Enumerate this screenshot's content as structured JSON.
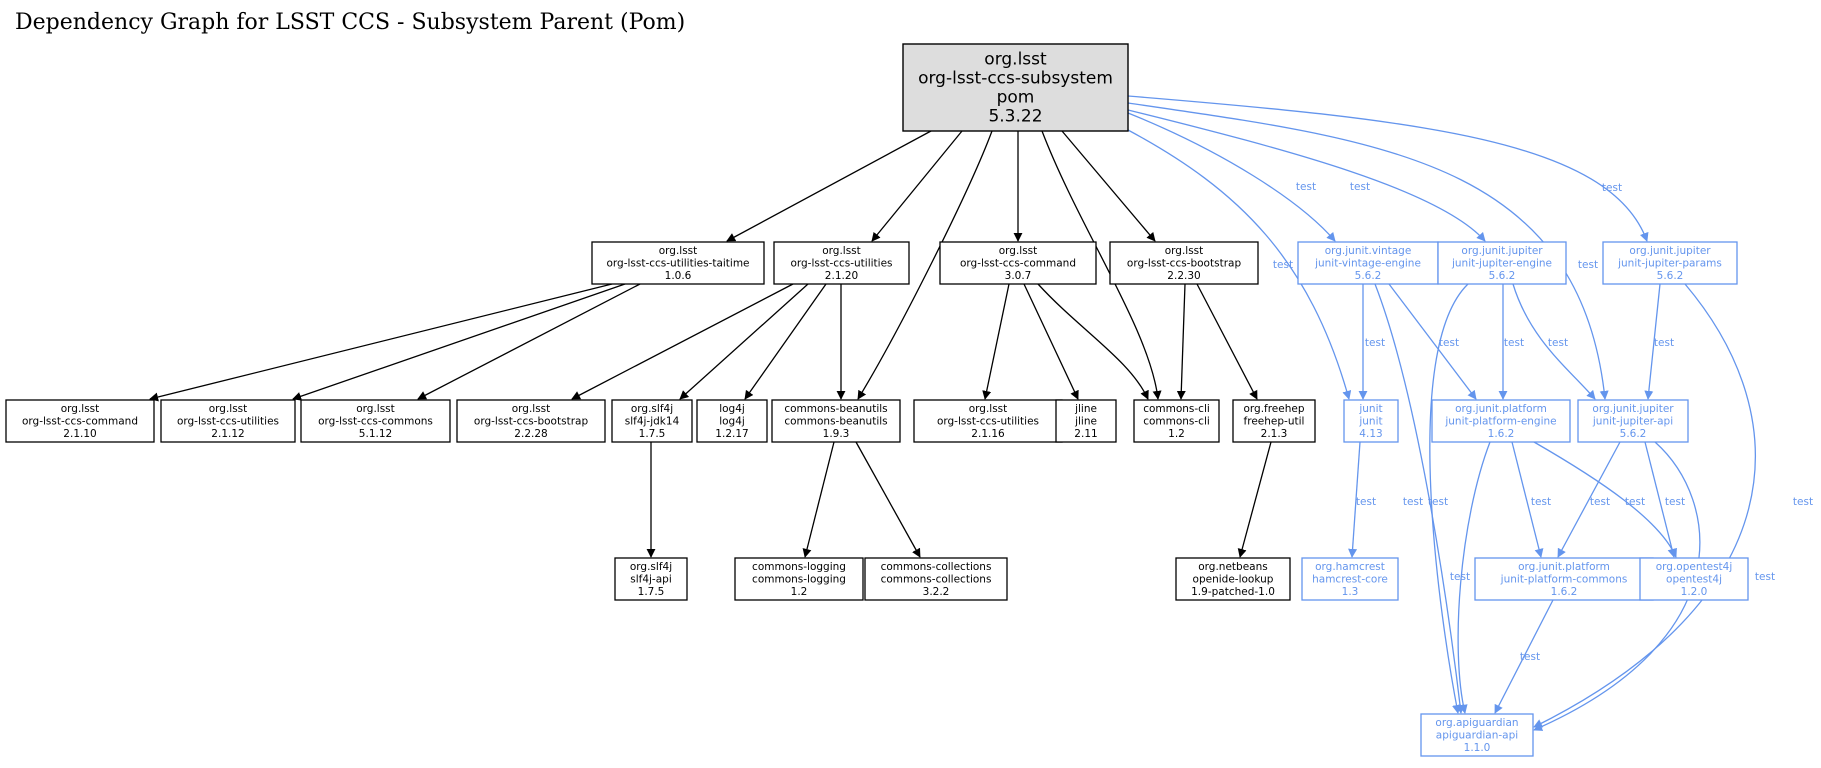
{
  "title": "Dependency Graph for LSST CCS - Subsystem Parent (Pom)",
  "colors": {
    "compile": "#000000",
    "test": "#6495ed",
    "root_fill": "#dddddd"
  },
  "nodes": [
    {
      "id": "root",
      "lines": [
        "org.lsst",
        "org-lsst-ccs-subsystem",
        "pom",
        "5.3.22"
      ],
      "scope": "root"
    },
    {
      "id": "taitime",
      "lines": [
        "org.lsst",
        "org-lsst-ccs-utilities-taitime",
        "1.0.6"
      ],
      "scope": "compile"
    },
    {
      "id": "util2120",
      "lines": [
        "org.lsst",
        "org-lsst-ccs-utilities",
        "2.1.20"
      ],
      "scope": "compile"
    },
    {
      "id": "cmd307",
      "lines": [
        "org.lsst",
        "org-lsst-ccs-command",
        "3.0.7"
      ],
      "scope": "compile"
    },
    {
      "id": "boot2230",
      "lines": [
        "org.lsst",
        "org-lsst-ccs-bootstrap",
        "2.2.30"
      ],
      "scope": "compile"
    },
    {
      "id": "vintage",
      "lines": [
        "org.junit.vintage",
        "junit-vintage-engine",
        "5.6.2"
      ],
      "scope": "test"
    },
    {
      "id": "jupeng",
      "lines": [
        "org.junit.jupiter",
        "junit-jupiter-engine",
        "5.6.2"
      ],
      "scope": "test"
    },
    {
      "id": "juparams",
      "lines": [
        "org.junit.jupiter",
        "junit-jupiter-params",
        "5.6.2"
      ],
      "scope": "test"
    },
    {
      "id": "cmd2110",
      "lines": [
        "org.lsst",
        "org-lsst-ccs-command",
        "2.1.10"
      ],
      "scope": "compile"
    },
    {
      "id": "util2112",
      "lines": [
        "org.lsst",
        "org-lsst-ccs-utilities",
        "2.1.12"
      ],
      "scope": "compile"
    },
    {
      "id": "commons5112",
      "lines": [
        "org.lsst",
        "org-lsst-ccs-commons",
        "5.1.12"
      ],
      "scope": "compile"
    },
    {
      "id": "boot2228",
      "lines": [
        "org.lsst",
        "org-lsst-ccs-bootstrap",
        "2.2.28"
      ],
      "scope": "compile"
    },
    {
      "id": "slf4jjdk",
      "lines": [
        "org.slf4j",
        "slf4j-jdk14",
        "1.7.5"
      ],
      "scope": "compile"
    },
    {
      "id": "log4j",
      "lines": [
        "log4j",
        "log4j",
        "1.2.17"
      ],
      "scope": "compile"
    },
    {
      "id": "beanutils",
      "lines": [
        "commons-beanutils",
        "commons-beanutils",
        "1.9.3"
      ],
      "scope": "compile"
    },
    {
      "id": "util2116",
      "lines": [
        "org.lsst",
        "org-lsst-ccs-utilities",
        "2.1.16"
      ],
      "scope": "compile"
    },
    {
      "id": "jline",
      "lines": [
        "jline",
        "jline",
        "2.11"
      ],
      "scope": "compile"
    },
    {
      "id": "cli",
      "lines": [
        "commons-cli",
        "commons-cli",
        "1.2"
      ],
      "scope": "compile"
    },
    {
      "id": "freehep",
      "lines": [
        "org.freehep",
        "freehep-util",
        "2.1.3"
      ],
      "scope": "compile"
    },
    {
      "id": "junit",
      "lines": [
        "junit",
        "junit",
        "4.13"
      ],
      "scope": "test"
    },
    {
      "id": "plateng",
      "lines": [
        "org.junit.platform",
        "junit-platform-engine",
        "1.6.2"
      ],
      "scope": "test"
    },
    {
      "id": "jupapi",
      "lines": [
        "org.junit.jupiter",
        "junit-jupiter-api",
        "5.6.2"
      ],
      "scope": "test"
    },
    {
      "id": "slf4japi",
      "lines": [
        "org.slf4j",
        "slf4j-api",
        "1.7.5"
      ],
      "scope": "compile"
    },
    {
      "id": "logging",
      "lines": [
        "commons-logging",
        "commons-logging",
        "1.2"
      ],
      "scope": "compile"
    },
    {
      "id": "collections",
      "lines": [
        "commons-collections",
        "commons-collections",
        "3.2.2"
      ],
      "scope": "compile"
    },
    {
      "id": "openide",
      "lines": [
        "org.netbeans",
        "openide-lookup",
        "1.9-patched-1.0"
      ],
      "scope": "compile"
    },
    {
      "id": "hamcrest",
      "lines": [
        "org.hamcrest",
        "hamcrest-core",
        "1.3"
      ],
      "scope": "test"
    },
    {
      "id": "platcommons",
      "lines": [
        "org.junit.platform",
        "junit-platform-commons",
        "1.6.2"
      ],
      "scope": "test"
    },
    {
      "id": "opentest",
      "lines": [
        "org.opentest4j",
        "opentest4j",
        "1.2.0"
      ],
      "scope": "test"
    },
    {
      "id": "apiguardian",
      "lines": [
        "org.apiguardian",
        "apiguardian-api",
        "1.1.0"
      ],
      "scope": "test"
    }
  ],
  "edges": [
    {
      "from": "root",
      "to": "taitime",
      "scope": "compile",
      "label": ""
    },
    {
      "from": "root",
      "to": "util2120",
      "scope": "compile",
      "label": ""
    },
    {
      "from": "root",
      "to": "beanutils",
      "scope": "compile",
      "label": ""
    },
    {
      "from": "root",
      "to": "cmd307",
      "scope": "compile",
      "label": ""
    },
    {
      "from": "root",
      "to": "cli",
      "scope": "compile",
      "label": ""
    },
    {
      "from": "root",
      "to": "boot2230",
      "scope": "compile",
      "label": ""
    },
    {
      "from": "root",
      "to": "junit",
      "scope": "test",
      "label": "test"
    },
    {
      "from": "root",
      "to": "vintage",
      "scope": "test",
      "label": "test"
    },
    {
      "from": "root",
      "to": "jupeng",
      "scope": "test",
      "label": "test"
    },
    {
      "from": "root",
      "to": "jupapi",
      "scope": "test",
      "label": "test"
    },
    {
      "from": "root",
      "to": "juparams",
      "scope": "test",
      "label": "test"
    },
    {
      "from": "taitime",
      "to": "cmd2110",
      "scope": "compile",
      "label": ""
    },
    {
      "from": "taitime",
      "to": "util2112",
      "scope": "compile",
      "label": ""
    },
    {
      "from": "taitime",
      "to": "commons5112",
      "scope": "compile",
      "label": ""
    },
    {
      "from": "util2120",
      "to": "boot2228",
      "scope": "compile",
      "label": ""
    },
    {
      "from": "util2120",
      "to": "slf4jjdk",
      "scope": "compile",
      "label": ""
    },
    {
      "from": "util2120",
      "to": "log4j",
      "scope": "compile",
      "label": ""
    },
    {
      "from": "util2120",
      "to": "beanutils",
      "scope": "compile",
      "label": ""
    },
    {
      "from": "cmd307",
      "to": "util2116",
      "scope": "compile",
      "label": ""
    },
    {
      "from": "cmd307",
      "to": "jline",
      "scope": "compile",
      "label": ""
    },
    {
      "from": "cmd307",
      "to": "cli",
      "scope": "compile",
      "label": ""
    },
    {
      "from": "boot2230",
      "to": "cli",
      "scope": "compile",
      "label": ""
    },
    {
      "from": "boot2230",
      "to": "freehep",
      "scope": "compile",
      "label": ""
    },
    {
      "from": "slf4jjdk",
      "to": "slf4japi",
      "scope": "compile",
      "label": ""
    },
    {
      "from": "beanutils",
      "to": "logging",
      "scope": "compile",
      "label": ""
    },
    {
      "from": "beanutils",
      "to": "collections",
      "scope": "compile",
      "label": ""
    },
    {
      "from": "freehep",
      "to": "openide",
      "scope": "compile",
      "label": ""
    },
    {
      "from": "vintage",
      "to": "junit",
      "scope": "test",
      "label": "test"
    },
    {
      "from": "vintage",
      "to": "plateng",
      "scope": "test",
      "label": "test"
    },
    {
      "from": "vintage",
      "to": "apiguardian",
      "scope": "test",
      "label": "test"
    },
    {
      "from": "jupeng",
      "to": "plateng",
      "scope": "test",
      "label": "test"
    },
    {
      "from": "jupeng",
      "to": "jupapi",
      "scope": "test",
      "label": "test"
    },
    {
      "from": "jupeng",
      "to": "apiguardian",
      "scope": "test",
      "label": "test"
    },
    {
      "from": "juparams",
      "to": "jupapi",
      "scope": "test",
      "label": "test"
    },
    {
      "from": "juparams",
      "to": "apiguardian",
      "scope": "test",
      "label": "test"
    },
    {
      "from": "junit",
      "to": "hamcrest",
      "scope": "test",
      "label": "test"
    },
    {
      "from": "plateng",
      "to": "platcommons",
      "scope": "test",
      "label": "test"
    },
    {
      "from": "plateng",
      "to": "opentest",
      "scope": "test",
      "label": "test"
    },
    {
      "from": "plateng",
      "to": "apiguardian",
      "scope": "test",
      "label": "test"
    },
    {
      "from": "jupapi",
      "to": "platcommons",
      "scope": "test",
      "label": "test"
    },
    {
      "from": "jupapi",
      "to": "opentest",
      "scope": "test",
      "label": "test"
    },
    {
      "from": "jupapi",
      "to": "apiguardian",
      "scope": "test",
      "label": "test"
    },
    {
      "from": "platcommons",
      "to": "apiguardian",
      "scope": "test",
      "label": "test"
    }
  ]
}
